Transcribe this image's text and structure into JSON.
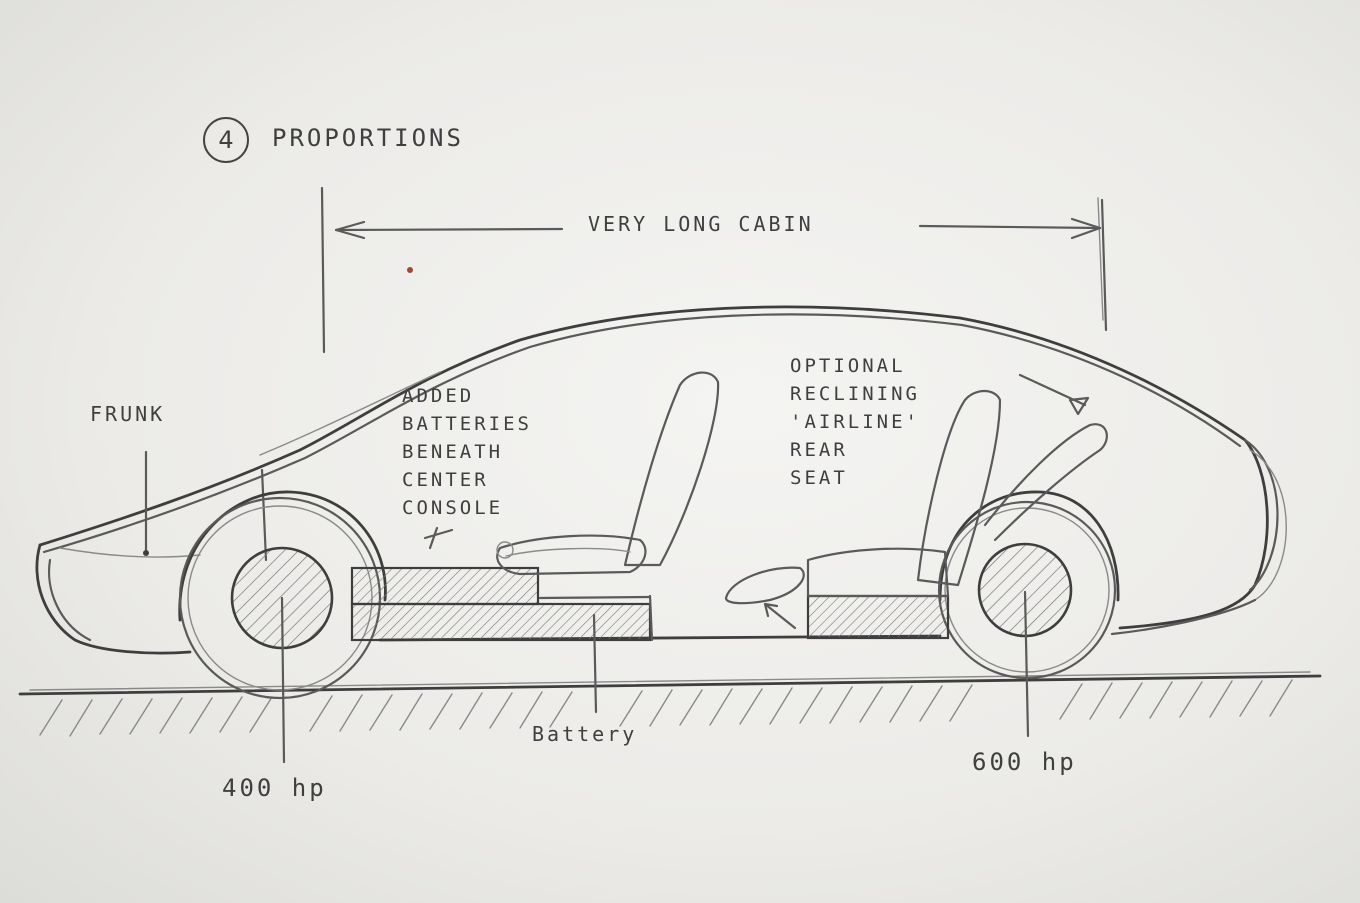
{
  "heading": {
    "number": "4",
    "title": "PROPORTIONS"
  },
  "labels": {
    "cabin": "VERY LONG CABIN",
    "frunk": "FRUNK",
    "battery": "Battery",
    "front_motor": "400 hp",
    "rear_motor": "600 hp"
  },
  "notes": {
    "center_batteries": [
      "ADDED",
      "BATTERIES",
      "BENEATH",
      "CENTER",
      "CONSOLE"
    ],
    "rear_seat": [
      "OPTIONAL",
      "RECLINING",
      "'AIRLINE'",
      "REAR",
      "SEAT"
    ]
  }
}
